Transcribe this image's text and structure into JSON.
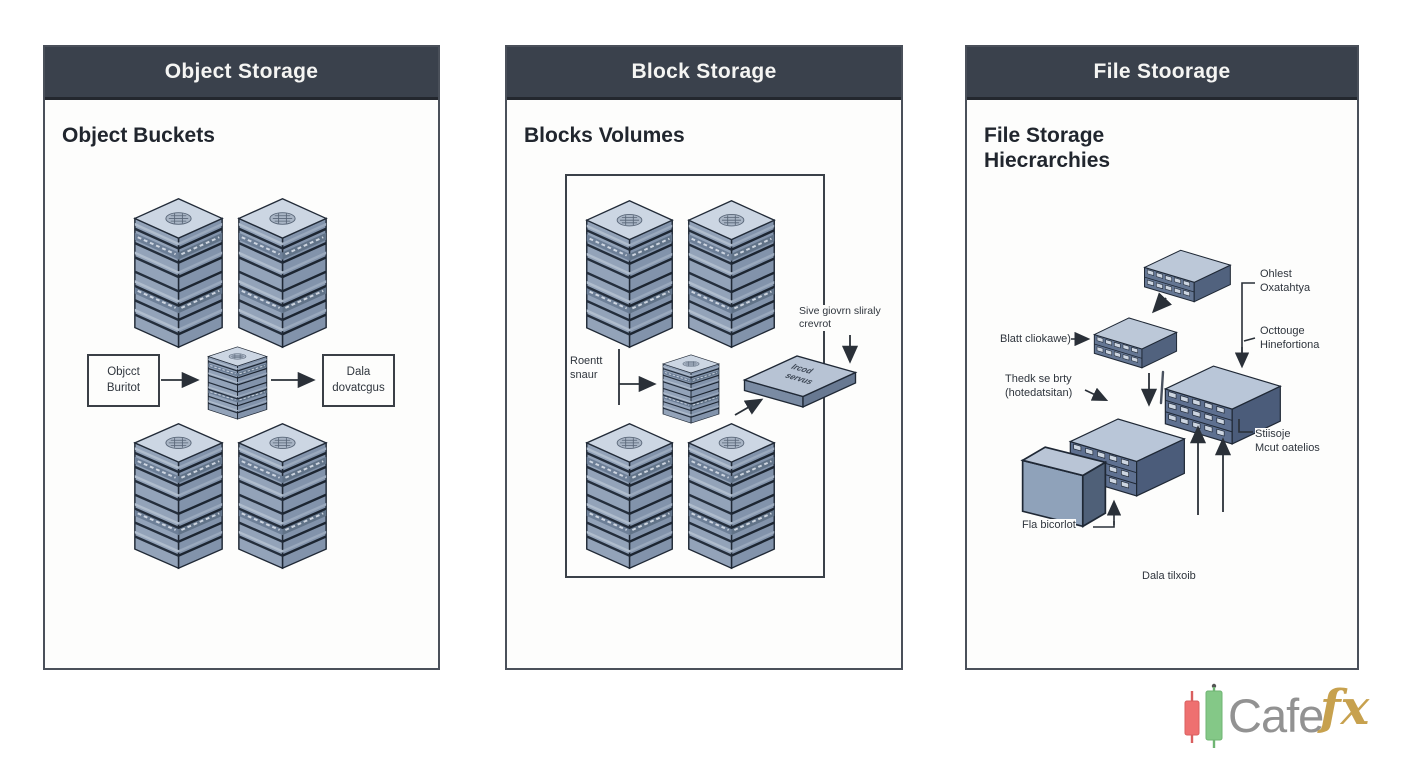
{
  "panels": {
    "object": {
      "title": "Object Storage",
      "subtitle": "Object Buckets",
      "left_box": {
        "line1": "Objcct",
        "line2": "Buritot"
      },
      "right_box": {
        "line1": "Dala",
        "line2": "dovatcgus"
      }
    },
    "block": {
      "title": "Block Storage",
      "subtitle": "Blocks Volumes",
      "left_label": {
        "line1": "Roentt",
        "line2": "snaur"
      },
      "top_right_label": {
        "line1": "Sive giovrn sliraly",
        "line2": "crevrot"
      },
      "slab_text": {
        "line1": "Ircod",
        "line2": "servus"
      }
    },
    "file": {
      "title": "File Stoorage",
      "subtitle_line1": "File Storage",
      "subtitle_line2": "Hiecrarchies",
      "labels": {
        "oldest_line1": "Ohlest",
        "oldest_line2": "Oxatahtya",
        "outtouge_line1": "Octtouge",
        "outtouge_line2": "Hinefortiona",
        "blatt": "Blatt cliokawe)",
        "thedk_line1": "Thedk se brty",
        "thedk_line2": "(hotedatsitan)",
        "stiisoje_line1": "Stiisoje",
        "stiisoje_line2": "Mcut oatelios",
        "fla": "Fla bicorlot",
        "dala": "Dala tilxoib"
      }
    }
  },
  "watermark": {
    "brand_gray": "Cafe",
    "brand_gold": "fx"
  },
  "colors": {
    "header_bg": "#3a414c",
    "header_text": "#f5f5f3",
    "panel_border": "#4a505a",
    "diagram_ink": "#2a3038",
    "stack_side": "#93a3b9",
    "stack_top": "#ccd6e3",
    "server_front": "#647693",
    "logo_red": "#e96a6a",
    "logo_green": "#7cc47f",
    "logo_gray": "#929292",
    "logo_gold": "#c7a14e"
  }
}
